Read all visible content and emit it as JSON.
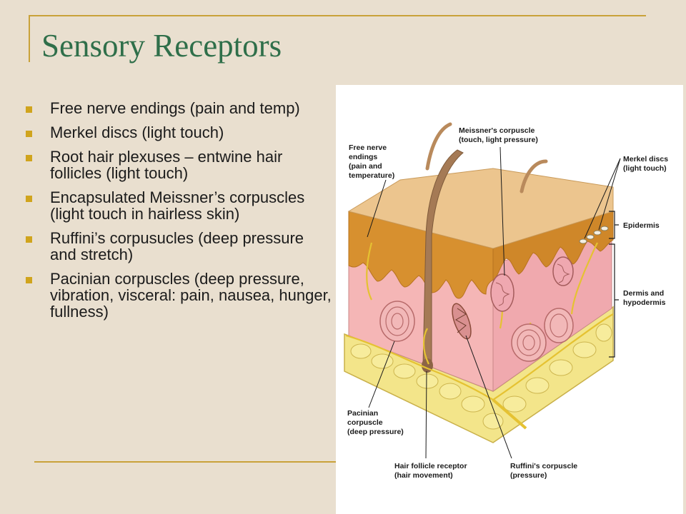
{
  "slide": {
    "title": "Sensory Receptors",
    "bullets": [
      "Free nerve endings (pain and temp)",
      "Merkel discs (light touch)",
      "Root hair plexuses – entwine hair follicles (light touch)",
      "Encapsulated Meissner’s corpuscles (light touch in hairless skin)",
      "Ruffini’s corpusucles (deep pressure and stretch)",
      "Pacinian corpuscles (deep pressure, vibration, visceral: pain, nausea, hunger, fullness)"
    ]
  },
  "diagram": {
    "labels": {
      "free_nerve": [
        "Free nerve",
        "endings",
        "(pain and",
        "temperature)"
      ],
      "meissner": [
        "Meissner's corpuscle",
        "(touch, light pressure)"
      ],
      "merkel": [
        "Merkel discs",
        "(light touch)"
      ],
      "epidermis": [
        "Epidermis"
      ],
      "dermis": [
        "Dermis and",
        "hypodermis"
      ],
      "pacinian": [
        "Pacinian",
        "corpuscle",
        "(deep pressure)"
      ],
      "hair_follicle": [
        "Hair follicle receptor",
        "(hair movement)"
      ],
      "ruffini": [
        "Ruffini's corpuscle",
        "(pressure)"
      ]
    }
  },
  "colors": {
    "background": "#e9dfcf",
    "title": "#2f6f4a",
    "accent_rule": "#c9a23a",
    "bullet": "#d0a41d"
  }
}
